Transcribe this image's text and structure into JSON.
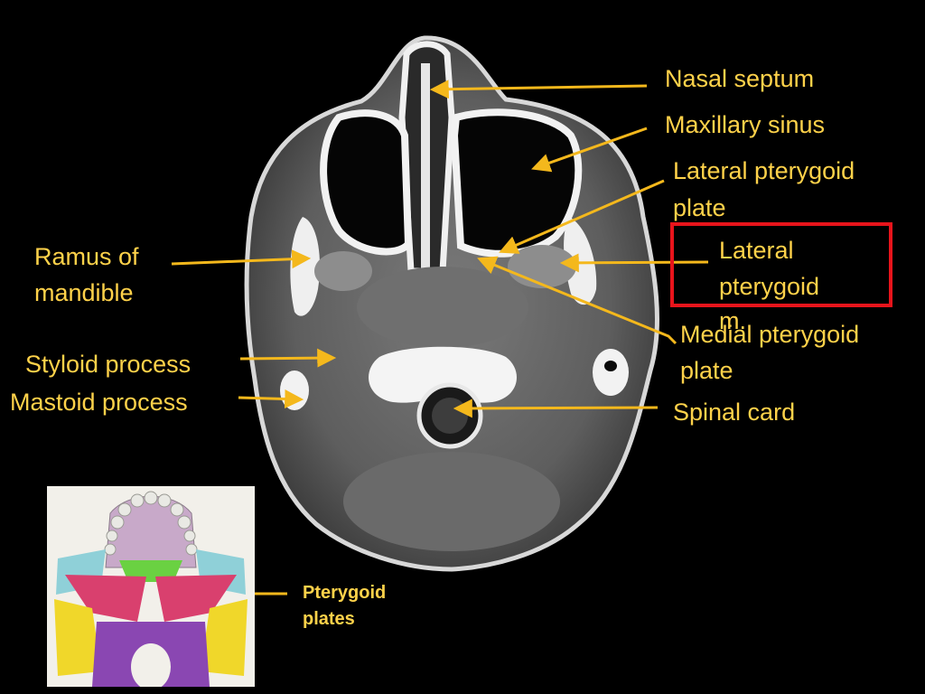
{
  "labels": {
    "nasal_septum": "Nasal septum",
    "maxillary_sinus": "Maxillary sinus",
    "lateral_pterygoid_plate_1": "Lateral pterygoid",
    "lateral_pterygoid_plate_2": "plate",
    "lateral_pterygoid_m_1": "Lateral",
    "lateral_pterygoid_m_2": "pterygoid",
    "lateral_pterygoid_m_3": "m.",
    "medial_pterygoid_plate_1": "Medial pterygoid",
    "medial_pterygoid_plate_2": "plate",
    "spinal_card": "Spinal card",
    "ramus_1": "Ramus of",
    "ramus_2": "mandible",
    "styloid_process": "Styloid process",
    "mastoid_process": "Mastoid process",
    "pterygoid_plates_1": "Pterygoid",
    "pterygoid_plates_2": "plates"
  },
  "colors": {
    "label": "#ffd24a",
    "arrow": "#f4b81c",
    "highlight_box": "#e8141b",
    "background": "#000000"
  }
}
